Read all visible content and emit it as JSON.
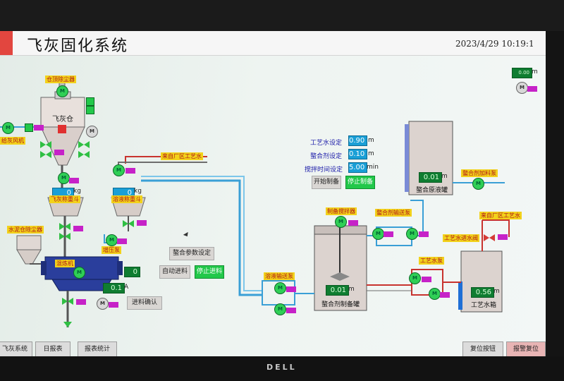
{
  "header": {
    "title": "飞灰固化系统",
    "datetime": "2023/4/29  10:19:1"
  },
  "labels": {
    "silo_dust_collector": "仓顶除尘器",
    "fly_ash_silo": "飞灰仓",
    "feed_roots_fan": "给灰风机",
    "fly_ash_scale": "飞灰称重斗",
    "liquid_scale": "溶液称重斗",
    "cement_silo_dust": "水泥仓除尘器",
    "mixer": "混炼机",
    "feed_pump": "增压泵",
    "process_water_in": "来自厂区工艺水",
    "process_water_in2": "来自厂区工艺水",
    "chelant_transfer_pump": "溶液输送泵",
    "prep_agitator": "制备搅拌器",
    "chelant_dosing_pump": "螯合剂输送泵",
    "chelant_stock_tank": "螯合原液罐",
    "chelant_feed_pump": "螯合剂加料泵",
    "process_water_pump": "工艺水泵",
    "process_water_valve": "工艺水进水阀",
    "chelant_prep_tank": "螯合剂制备罐",
    "process_water_tank": "工艺水箱",
    "weigh_unit_1": "kg",
    "weigh_unit_2": "kg",
    "amp_unit": "A",
    "level_unit_a": "m",
    "level_unit_b": "m",
    "level_unit_c": "m",
    "level_unit_d": "m"
  },
  "params": {
    "water_setting_label": "工艺水设定",
    "water_setting_value": "0.90",
    "water_setting_unit": "m",
    "chelant_setting_label": "螯合剂设定",
    "chelant_setting_value": "0.10",
    "chelant_setting_unit": "m",
    "stir_time_label": "搅拌时间设定",
    "stir_time_value": "5.00",
    "stir_time_unit": "min"
  },
  "readouts": {
    "fly_ash_weight": "0",
    "liquid_weight": "0",
    "mixer_current": "0.1",
    "mixer_aux": "0",
    "prep_tank_level": "0.01",
    "stock_tank_level": "0.01",
    "water_tank_level": "0.56",
    "top_right_level": "0.00"
  },
  "buttons": {
    "start_prep": "开始制备",
    "stop_prep": "停止制备",
    "chelant_params": "螯合参数设定",
    "auto_feed": "自动进料",
    "stop_feed": "停止进料",
    "feed_confirm": "进料确认",
    "reset": "复位按钮",
    "alarm": "报警复位"
  },
  "tabs": {
    "flyash_system": "飞灰系统",
    "daily_report": "日报表",
    "report_stats": "报表统计"
  },
  "motor_symbol": "M",
  "colors": {
    "header_accent": "#e2463f",
    "motor_running": "#2fcf56",
    "display_green": "#0f7d31",
    "display_blue": "#1a9fd6",
    "label_yellow": "#f2d21b"
  },
  "indicators": {
    "water_tank_fill_fraction": 0.56
  }
}
